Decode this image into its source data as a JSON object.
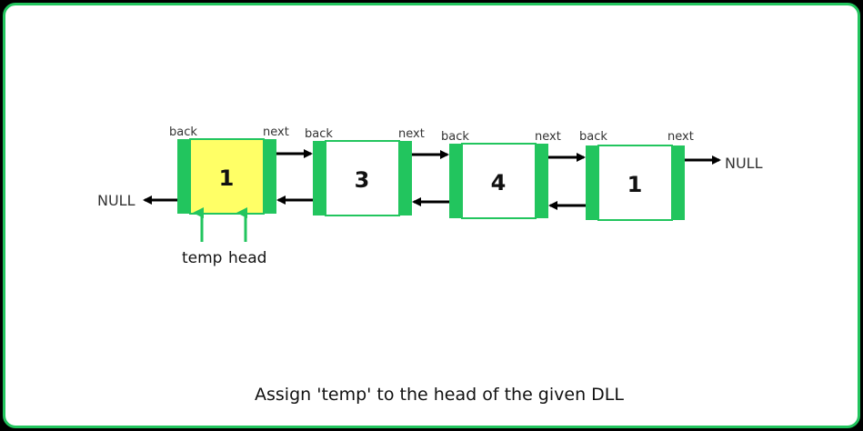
{
  "colors": {
    "frame": "#22c55e",
    "node_border": "#22c55e",
    "node_fill": "#ffffff",
    "highlight_fill": "#ffff66",
    "arrow": "#000000",
    "pointer_arrow": "#22c55e"
  },
  "pointer_labels": {
    "back": "back",
    "next": "next"
  },
  "null_left": "NULL",
  "null_right": "NULL",
  "nodes": [
    {
      "value": "1",
      "highlighted": true
    },
    {
      "value": "3",
      "highlighted": false
    },
    {
      "value": "4",
      "highlighted": false
    },
    {
      "value": "1",
      "highlighted": false
    }
  ],
  "variables": {
    "temp": "temp",
    "head": "head"
  },
  "caption": "Assign 'temp' to the head of the given DLL"
}
